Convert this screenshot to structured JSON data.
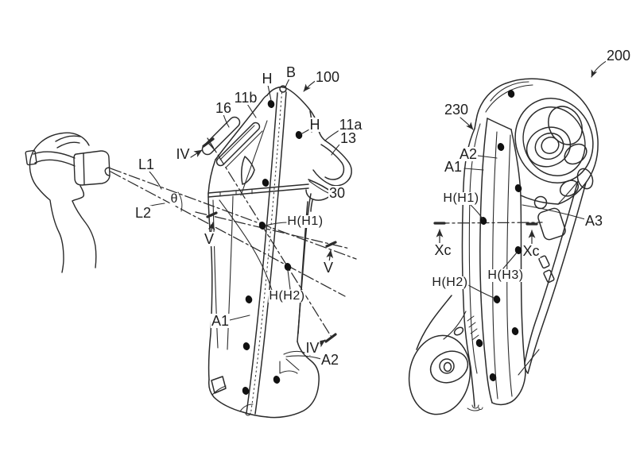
{
  "figure": {
    "type": "patent-line-drawing",
    "description": "Two perspective views of a handheld VR controller (reference 100 and 200) with a user wearing a head-mounted display, sight lines and section lines",
    "colors": {
      "ink": "#2b2b2b",
      "dot": "#111111",
      "background": "#ffffff"
    }
  },
  "labels": {
    "left": {
      "h_top": "H",
      "b": "B",
      "ref_100": "100",
      "ref_11b": "11b",
      "ref_16": "16",
      "iv_top": "IV",
      "h_mid": "H",
      "ref_11a": "11a",
      "ref_13": "13",
      "ref_30": "30",
      "l1": "L1",
      "l2": "L2",
      "theta": "θ",
      "v_left": "V",
      "h_h1": "H(H1)",
      "v_right": "V",
      "h_h2": "H(H2)",
      "a1": "A1",
      "iv_bottom": "IV",
      "a2": "A2"
    },
    "right": {
      "ref_200": "200",
      "ref_230": "230",
      "a2": "A2",
      "a1": "A1",
      "h_h1": "H(H1)",
      "a3": "A3",
      "xc_left": "Xc",
      "xc_right": "Xc",
      "h_h3": "H(H3)",
      "h_h2": "H(H2)"
    }
  }
}
